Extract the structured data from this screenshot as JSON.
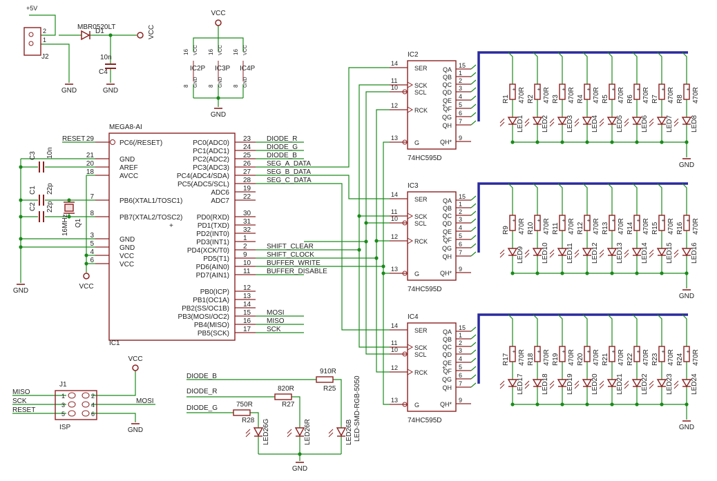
{
  "colors": {
    "part": "#8b2020",
    "wire": "#1a8a1a",
    "bus": "#2a2aa0",
    "text": "#222222",
    "pin": "#8b2020"
  },
  "power": {
    "plus5v": "+5V",
    "j2": "J2",
    "d1": "D1",
    "d1_value": "MBR0520LT",
    "vcc": "VCC",
    "gnd": "GND",
    "c4": "C4",
    "c4_value": "10n",
    "ic2p": "IC2P",
    "ic3p": "IC3P",
    "ic4p": "IC4P",
    "pin16": "16",
    "pin8": "8"
  },
  "mcu": {
    "name": "MEGA8-AI",
    "ref": "IC1",
    "left_pins": [
      {
        "num": "29",
        "label": "PC6(/RESET)"
      },
      {
        "num": "21",
        "label": "GND"
      },
      {
        "num": "20",
        "label": "AREF"
      },
      {
        "num": "18",
        "label": "AVCC"
      },
      {
        "num": "7",
        "label": "PB6(XTAL1/TOSC1)"
      },
      {
        "num": "8",
        "label": "PB7(XTAL2/TOSC2)"
      },
      {
        "num": "3",
        "label": "GND"
      },
      {
        "num": "5",
        "label": "GND"
      },
      {
        "num": "4",
        "label": "VCC"
      },
      {
        "num": "6",
        "label": "VCC"
      }
    ],
    "right_pins": [
      {
        "num": "23",
        "label": "PC0(ADC0)",
        "net": "DIODE_R"
      },
      {
        "num": "24",
        "label": "PC1(ADC1)",
        "net": "DIODE_G"
      },
      {
        "num": "25",
        "label": "PC2(ADC2)",
        "net": "DIODE_B"
      },
      {
        "num": "26",
        "label": "PC3(ADC3)",
        "net": "SEG_A_DATA"
      },
      {
        "num": "27",
        "label": "PC4(ADC4/SDA)",
        "net": "SEG_B_DATA"
      },
      {
        "num": "28",
        "label": "PC5(ADC5/SCL)",
        "net": "SEG_C_DATA"
      },
      {
        "num": "19",
        "label": "ADC6",
        "net": ""
      },
      {
        "num": "22",
        "label": "ADC7",
        "net": ""
      },
      {
        "num": "30",
        "label": "PD0(RXD)",
        "net": ""
      },
      {
        "num": "31",
        "label": "PD1(TXD)",
        "net": ""
      },
      {
        "num": "32",
        "label": "PD2(INT0)",
        "net": ""
      },
      {
        "num": "1",
        "label": "PD3(INT1)",
        "net": ""
      },
      {
        "num": "2",
        "label": "PD4(XCK/T0)",
        "net": "SHIFT_CLEAR"
      },
      {
        "num": "9",
        "label": "PD5(T1)",
        "net": "SHIFT_CLOCK"
      },
      {
        "num": "10",
        "label": "PD6(AIN0)",
        "net": "BUFFER_WRITE"
      },
      {
        "num": "11",
        "label": "PD7(AIN1)",
        "net": "BUFFER_DISABLE"
      },
      {
        "num": "12",
        "label": "PB0(ICP)",
        "net": ""
      },
      {
        "num": "13",
        "label": "PB1(OC1A)",
        "net": ""
      },
      {
        "num": "14",
        "label": "PB2(SS/OC1B)",
        "net": ""
      },
      {
        "num": "15",
        "label": "PB3(MOSI/OC2)",
        "net": "MOSI"
      },
      {
        "num": "16",
        "label": "PB4(MISO)",
        "net": "MISO"
      },
      {
        "num": "17",
        "label": "PB5(SCK)",
        "net": "SCK"
      }
    ],
    "reset_net": "RESET"
  },
  "caps": {
    "c3": "C3",
    "c3_value": "10n",
    "c1": "C1",
    "c1_value": "22p",
    "c2": "C2",
    "c2_value": "22p",
    "q1": "Q1",
    "q1_value": "16MHz"
  },
  "shift_registers": [
    {
      "ref": "IC2",
      "type": "74HC595D"
    },
    {
      "ref": "IC3",
      "type": "74HC595D"
    },
    {
      "ref": "IC4",
      "type": "74HC595D"
    }
  ],
  "sr_left_pins": [
    {
      "num": "14",
      "label": "SER"
    },
    {
      "num": "11",
      "label": "SCK"
    },
    {
      "num": "10",
      "label": "SCL"
    },
    {
      "num": "12",
      "label": "RCK"
    },
    {
      "num": "13",
      "label": "G"
    }
  ],
  "sr_right_pins": [
    {
      "num": "15",
      "label": "QA"
    },
    {
      "num": "1",
      "label": "QB"
    },
    {
      "num": "2",
      "label": "QC"
    },
    {
      "num": "3",
      "label": "QD"
    },
    {
      "num": "4",
      "label": "QE"
    },
    {
      "num": "5",
      "label": "QF"
    },
    {
      "num": "6",
      "label": "QG"
    },
    {
      "num": "7",
      "label": "QH"
    },
    {
      "num": "9",
      "label": "QH*"
    }
  ],
  "resistor_value": "470R",
  "led_rows": [
    {
      "r": [
        "R1",
        "R2",
        "R3",
        "R4",
        "R5",
        "R6",
        "R7",
        "R8"
      ],
      "led": [
        "LED1",
        "LED2",
        "LED3",
        "LED4",
        "LED5",
        "LED6",
        "LED7",
        "LED8"
      ]
    },
    {
      "r": [
        "R9",
        "R10",
        "R11",
        "R12",
        "R13",
        "R14",
        "R15",
        "R16"
      ],
      "led": [
        "LED9",
        "LED10",
        "LED11",
        "LED12",
        "LED13",
        "LED14",
        "LED15",
        "LED16"
      ]
    },
    {
      "r": [
        "R17",
        "R18",
        "R19",
        "R20",
        "R21",
        "R22",
        "R23",
        "R24"
      ],
      "led": [
        "LED17",
        "LED18",
        "LED19",
        "LED20",
        "LED21",
        "LED22",
        "LED23",
        "LED24"
      ]
    }
  ],
  "isp": {
    "ref": "J1",
    "name": "ISP",
    "miso": "MISO",
    "sck": "SCK",
    "reset": "RESET",
    "mosi": "MOSI",
    "pins": [
      "1",
      "2",
      "3",
      "4",
      "5",
      "6"
    ]
  },
  "rgb": {
    "diode_b": "DIODE_B",
    "diode_r": "DIODE_R",
    "diode_g": "DIODE_G",
    "r25": "R25",
    "r25_value": "910R",
    "r27": "R27",
    "r27_value": "820R",
    "r28": "R28",
    "r28_value": "750R",
    "led26g": "LED26G",
    "led26r": "LED26R",
    "led26b": "LED26B",
    "pkg": "LED-SMD-RGB-5050"
  }
}
